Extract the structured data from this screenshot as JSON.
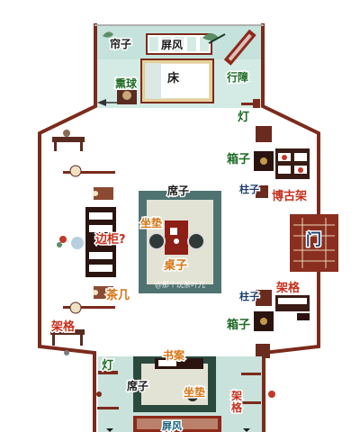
{
  "labels": {
    "curtain": "帘子",
    "screen_top": "屏风",
    "bed": "床",
    "incense_burner": "熏球",
    "travel_screen": "行障",
    "lamp_right": "灯",
    "box_right_top": "箱子",
    "pillar_right_top": "柱子",
    "antique_shelf": "博古架",
    "mat_center": "席子",
    "cushion_center": "坐垫",
    "side_cabinet": "边柜?",
    "table_center": "桌子",
    "door": "门",
    "tea_table": "茶几",
    "pillar_right_bottom": "柱子",
    "rack_right_mid": "架格",
    "box_right_bottom": "箱子",
    "rack_left": "架格",
    "book_desk": "书案",
    "lamp_bottom_left": "灯",
    "mat_bottom": "席子",
    "cushion_bottom": "坐垫",
    "rack_bottom_right": "架格",
    "screen_bottom": "屏风"
  },
  "watermark": "@那个玩茶叶儿",
  "colors": {
    "wall": "#7b2b1c",
    "floor_bottom": "#c9e2dc",
    "floor_top": "#d4ebe5",
    "mat_border": "#4f7371",
    "mat_inner": "#e3e3d5",
    "table": "#8c1f16",
    "door": "#8a2e20",
    "dark_wood": "#2b1410"
  }
}
